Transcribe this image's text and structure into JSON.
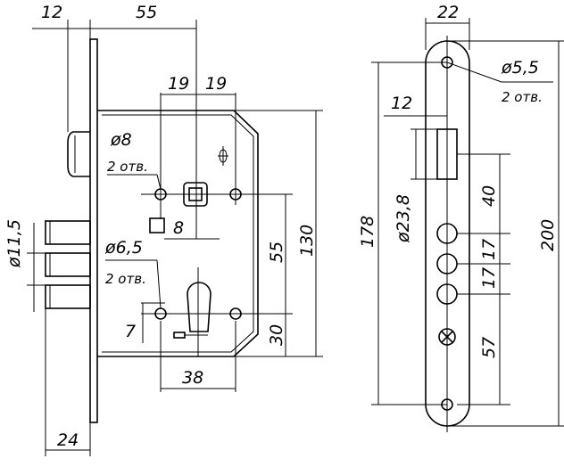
{
  "side_view": {
    "dim_top_left": "12",
    "dim_top_width": "55",
    "dim_spacing_left": "19",
    "dim_spacing_right": "19",
    "dim_hole_top_dia": "ø8",
    "dim_hole_top_count": "2 отв.",
    "dim_square": "8",
    "dim_hole_bottom_dia": "ø6,5",
    "dim_hole_bottom_count": "2 отв.",
    "dim_bolt_dia": "ø11,5",
    "dim_offset_small": "7",
    "dim_center_distance": "55",
    "dim_bottom_height": "30",
    "dim_height": "130",
    "dim_bottom_width": "38",
    "dim_bolt_projection": "24"
  },
  "front_view": {
    "dim_plate_width": "22",
    "dim_screw_dia": "ø5,5",
    "dim_screw_count": "2 отв.",
    "dim_latch_offset": "12",
    "dim_cyl_dia": "ø23,8",
    "dim_height_inner": "178",
    "dim_height_outer": "200",
    "dim_to_first_hole": "40",
    "dim_hole_spacing_1": "17",
    "dim_hole_spacing_2": "17",
    "dim_bottom_offset": "57"
  }
}
